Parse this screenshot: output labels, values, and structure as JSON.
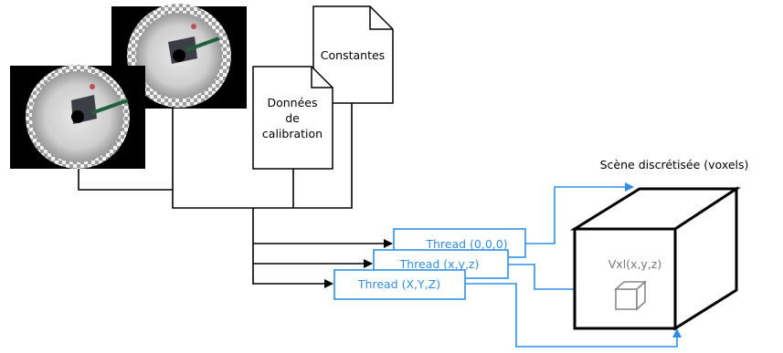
{
  "docs": {
    "constantes": "Constantes",
    "calibration_lines": [
      "Données",
      "de",
      "calibration"
    ]
  },
  "scene": {
    "title": "Scène discrétisée (voxels)",
    "voxel_label": "Vxl(x,y,z)"
  },
  "threads": [
    {
      "label": "Thread (0,0,0)"
    },
    {
      "label": "Thread (x,y,z)"
    },
    {
      "label": "Thread (X,Y,Z)"
    }
  ],
  "colors": {
    "thread_blue": "#2f8fe8",
    "line_black": "#000000",
    "voxel_grey": "#888888"
  }
}
